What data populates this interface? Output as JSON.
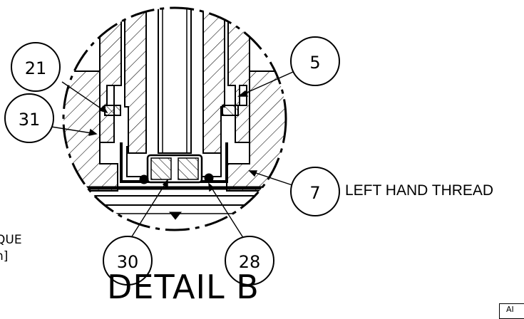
{
  "title": "DETAIL  B",
  "callouts": [
    {
      "label": "21"
    },
    {
      "label": "31"
    },
    {
      "label": "5"
    },
    {
      "label": "7"
    },
    {
      "label": "30"
    },
    {
      "label": "28"
    }
  ],
  "note_left_hand": "LEFT HAND THREAD",
  "cropped_note": {
    "line1": "QUE",
    "line2": "n]"
  },
  "corner_box_text": "AI",
  "colors": {
    "ink": "#000000",
    "paper": "#ffffff"
  }
}
